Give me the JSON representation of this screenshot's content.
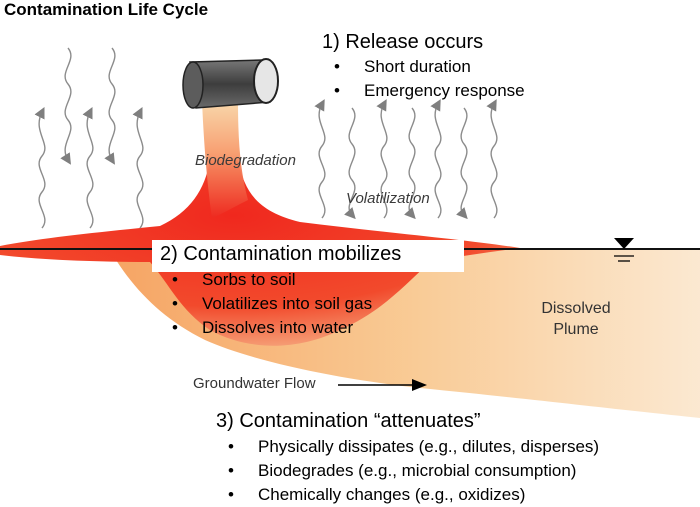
{
  "title": "Contamination Life Cycle",
  "step1": {
    "heading": "1)  Release occurs",
    "bullets": [
      "Short duration",
      "Emergency response"
    ]
  },
  "step2": {
    "heading": "2)  Contamination mobilizes",
    "bullets": [
      "Sorbs to soil",
      "Volatilizes into soil gas",
      "Dissolves into water"
    ]
  },
  "step3": {
    "heading": "3)  Contamination “attenuates”",
    "bullets": [
      "Physically dissipates (e.g., dilutes, disperses)",
      "Biodegrades (e.g., microbial consumption)",
      "Chemically changes (e.g., oxidizes)"
    ]
  },
  "labels": {
    "biodegradation": "Biodegradation",
    "volatilization": "Volatilization",
    "dissolved_plume": [
      "Dissolved",
      "Plume"
    ],
    "groundwater_flow": "Groundwater Flow"
  },
  "colors": {
    "contaminant_red": "#f0281e",
    "plume_orange": "#f7c98c",
    "barrel_gray": "#555555",
    "arrow_gray": "#8c8c8c"
  }
}
